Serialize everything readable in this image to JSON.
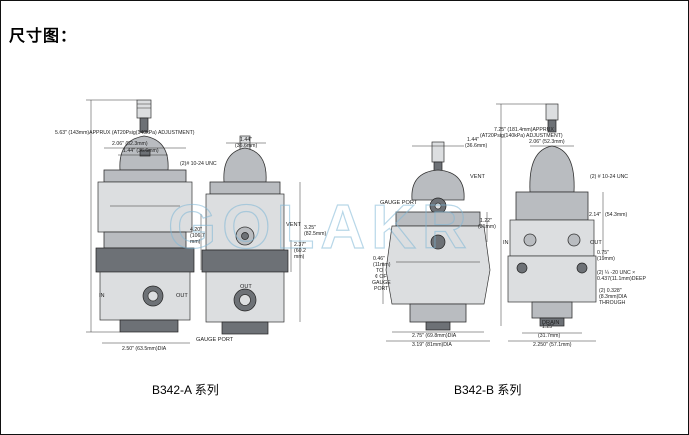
{
  "page": {
    "title": "尺寸图：",
    "watermark": "GOLAKR"
  },
  "series_a": {
    "caption": "B342-A 系列",
    "dims": {
      "height": "5.63\" (143mm)APPRUX (AT20Psig(140kPa) ADJUSTMENT)",
      "w1": "2.06\" (52.3mm)",
      "w2": "1.44\" (36.6mm)",
      "w3": "1.44\"",
      "w3b": "(36.6mm)",
      "unc": "(2)# 10-24 UNC",
      "h1a": "4.20\"",
      "h1b": "(106.7",
      "h1c": "mm)",
      "h2a": "3.25\"",
      "h2b": "(82.5mm)",
      "h3a": "2.37\"",
      "h3b": "(60.2",
      "h3c": "mm)",
      "base": "2.50\" (63.5mm)DIA"
    },
    "labels": {
      "vent": "VENT",
      "in": "IN",
      "out": "OUT",
      "out2": "OUT",
      "gauge": "GAUGE PORT"
    }
  },
  "series_b": {
    "caption": "B342-B 系列",
    "dims": {
      "height1": "7.25\" (181.4mm)APPRUX",
      "height2": "(AT20Psig(140kPa) ADJUSTMENT)",
      "w1": "2.06\" (52.3mm)",
      "w2a": "1.44\"",
      "w2b": "(36.6mm)",
      "unc": "(2) # 10-24 UNC",
      "h1a": "1.22\"",
      "h1b": "(31mm)",
      "h2a": "2.14\"",
      "h2b": "(54.3mm)",
      "h3a": "0.46\"",
      "h3b": "(11mm)",
      "h3c": "TO",
      "h3d": "¢ OF",
      "h3e": "GAUGE",
      "h3f": "PORT",
      "h4a": "0.75\"",
      "h4b": "(19mm)",
      "thr1": "(2) ¼ -20 UNC ×",
      "thr2": "0.437(11.1mm)DEEP",
      "hole1": "(2) 0.328\"",
      "hole2": "(8.3mm)DIA",
      "hole3": "THROUGH",
      "base1": "2.75\" (69.8mm)DIA",
      "base2": "3.19\" (81mm)DIA",
      "drain1": "1.25\"",
      "drain2": "(31.7mm)",
      "base3": "2.250\" (57.1mm)"
    },
    "labels": {
      "gauge": "GAUGE PORT",
      "vent": "VENT",
      "in": "IN",
      "out": "OUT",
      "drain": "DRAIN"
    }
  }
}
